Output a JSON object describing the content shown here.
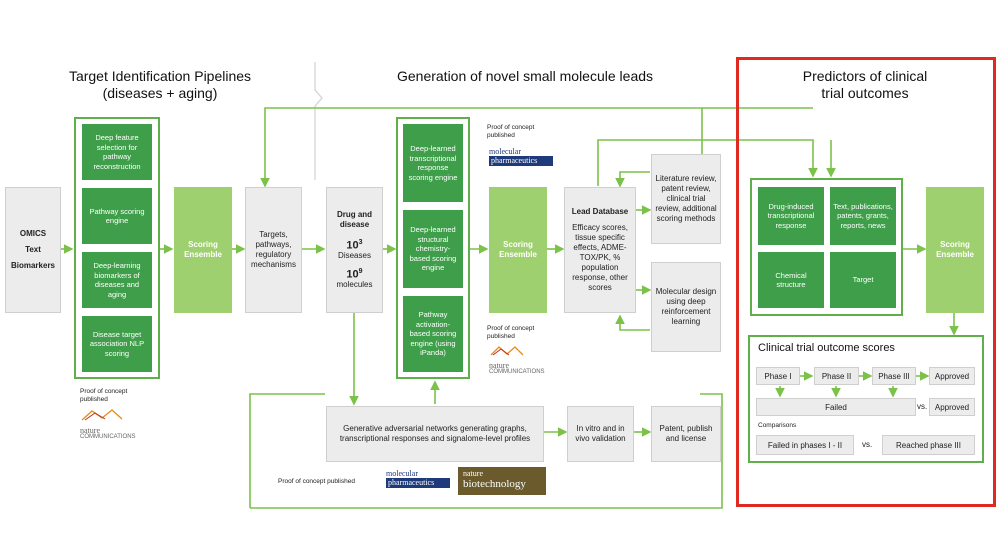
{
  "headers": {
    "target_identification": "Target Identification Pipelines",
    "target_identification_sub": "(diseases + aging)",
    "generation": "Generation of novel small molecule leads",
    "predictors": "Predictors of clinical",
    "predictors_sub": "trial outcomes"
  },
  "omics": {
    "line1": "OMICS",
    "line2": "Text",
    "line3": "Biomarkers"
  },
  "target_engines": [
    "Deep feature selection for pathway reconstruction",
    "Pathway scoring engine",
    "Deep-learning biomarkers of diseases and aging",
    "Disease target association NLP scoring"
  ],
  "scoring_ensemble": "Scoring Ensemble",
  "targets_box": "Targets, pathways, regulatory mechanisms",
  "drug_disease": {
    "title": "Drug and disease",
    "diseases_base": "10",
    "diseases_exp": "3",
    "diseases_label": "Diseases",
    "molecules_base": "10",
    "molecules_exp": "9",
    "molecules_label": "molecules"
  },
  "lead_engines": [
    "Deep-learned transcriptional response scoring engine",
    "Deep-learned structural chemistry-based scoring engine",
    "Pathway activation-based scoring engine (using iPanda)"
  ],
  "lead_database": {
    "title": "Lead Database",
    "body": "Efficacy scores, tissue specific effects, ADME-TOX/PK, % population response, other scores"
  },
  "literature_box": "Literature review, patent review, clinical trial review, additional scoring methods",
  "molecular_design_box": "Molecular design using deep reinforcement learning",
  "proof_of_concept": {
    "label1": "Proof of concept",
    "label2": "published",
    "single_line": "Proof of concept published"
  },
  "logos": {
    "mp_line1": "molecular",
    "mp_line2": "pharmaceutics",
    "nature": "nature",
    "communications": "COMMUNICATIONS",
    "biotechnology": "biotechnology"
  },
  "gan_box": "Generative adversarial networks generating graphs, transcriptional responses and signalome-level profiles",
  "in_vitro_box": "In vitro and in vivo validation",
  "patent_box": "Patent, publish and license",
  "predictor_inputs": [
    "Drug-induced transcriptional response",
    "Text, publications, patents, grants, reports, news",
    "Chemical structure",
    "Target"
  ],
  "clinical": {
    "title": "Clinical trial outcome scores",
    "phases": [
      "Phase I",
      "Phase II",
      "Phase III"
    ],
    "approved": "Approved",
    "failed": "Failed",
    "vs": "vs.",
    "comparisons": "Comparisons",
    "failed_phases": "Failed in phases I - II",
    "reached_phase": "Reached phase III"
  },
  "colors": {
    "dark_green": "#3f9e4a",
    "light_green": "#9fd070",
    "frame_green": "#5fb04a",
    "highlight_red": "#e02a20"
  }
}
